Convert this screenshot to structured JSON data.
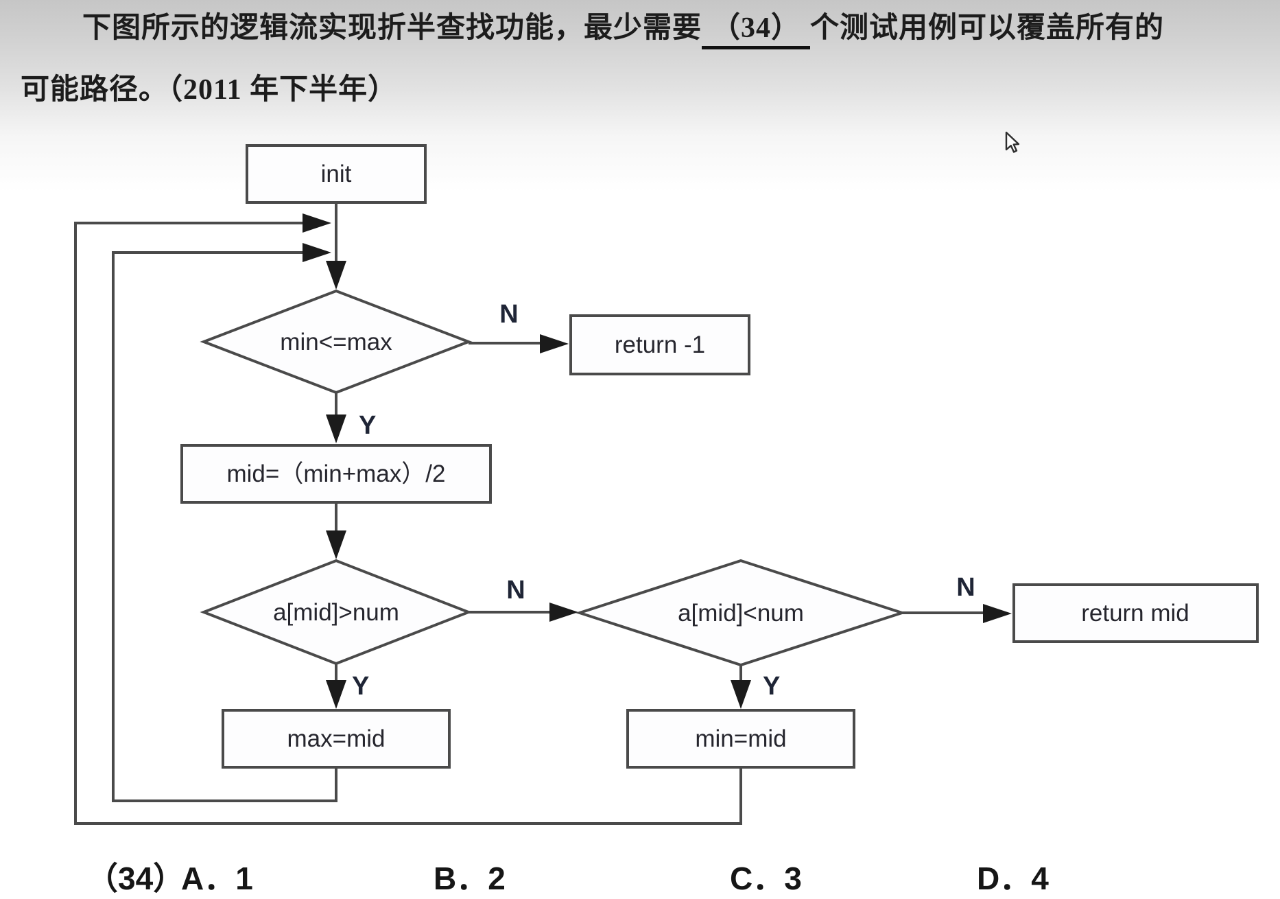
{
  "question": {
    "line1_before": "下图所示的逻辑流实现折半查找功能，最少需要",
    "line1_blank": "（34）",
    "line1_after": "个测试用例可以覆盖所有的",
    "line2": "可能路径。（2011 年下半年）"
  },
  "flowchart": {
    "nodes": {
      "init": "init",
      "cond_min_max": "min<=max",
      "assign_mid": "mid=（min+max）/2",
      "cond_greater": "a[mid]>num",
      "cond_less": "a[mid]<num",
      "return_neg1": "return -1",
      "return_mid": "return mid",
      "assign_max": "max=mid",
      "assign_min": "min=mid"
    },
    "labels": {
      "yes": "Y",
      "no": "N"
    },
    "edges": [
      {
        "from": "init",
        "to": "cond_min_max",
        "label": ""
      },
      {
        "from": "cond_min_max",
        "to": "return_neg1",
        "label": "N"
      },
      {
        "from": "cond_min_max",
        "to": "assign_mid",
        "label": "Y"
      },
      {
        "from": "assign_mid",
        "to": "cond_greater",
        "label": ""
      },
      {
        "from": "cond_greater",
        "to": "cond_less",
        "label": "N"
      },
      {
        "from": "cond_greater",
        "to": "assign_max",
        "label": "Y"
      },
      {
        "from": "cond_less",
        "to": "return_mid",
        "label": "N"
      },
      {
        "from": "cond_less",
        "to": "assign_min",
        "label": "Y"
      },
      {
        "from": "assign_max",
        "to": "cond_min_max",
        "label": "loop"
      },
      {
        "from": "assign_min",
        "to": "cond_min_max",
        "label": "loop"
      }
    ],
    "colors": {
      "stroke": "#4a4a4a",
      "node_fill": "#fdfdfe",
      "node_text": "#26262e",
      "page_top_gray": "#c6c6c6",
      "page_white": "#ffffff"
    }
  },
  "answers": {
    "number": "（34）",
    "options": [
      {
        "label": "A．1"
      },
      {
        "label": "B．2"
      },
      {
        "label": "C．3"
      },
      {
        "label": "D．4"
      }
    ]
  }
}
